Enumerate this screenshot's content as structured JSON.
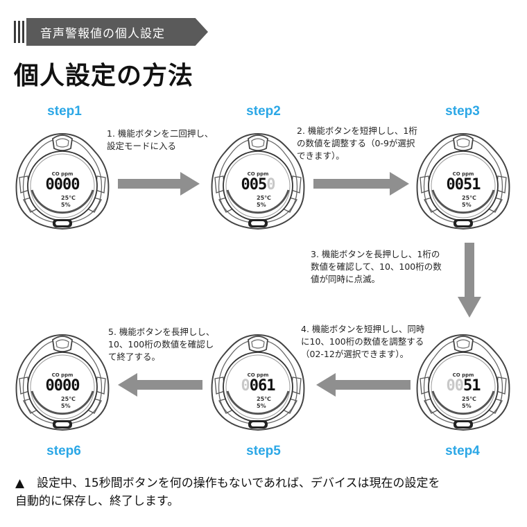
{
  "banner": {
    "text": "音声警報値の個人設定"
  },
  "title": "個人設定の方法",
  "steps": [
    {
      "label": "step1",
      "display": "0000",
      "co": "CO ppm",
      "temp": "25℃",
      "hum": "5%"
    },
    {
      "label": "step2",
      "display_on": "005",
      "display_dim": "0",
      "co": "CO ppm",
      "temp": "25℃",
      "hum": "5%"
    },
    {
      "label": "step3",
      "display": "0051",
      "co": "CO ppm",
      "temp": "25℃",
      "hum": "5%"
    },
    {
      "label": "step4",
      "display_dim": "00",
      "display_on": "51",
      "co": "CO ppm",
      "temp": "25℃",
      "hum": "5%"
    },
    {
      "label": "step5",
      "display_dim": "0",
      "display_on": "061",
      "co": "CO ppm",
      "temp": "25℃",
      "hum": "5%"
    },
    {
      "label": "step6",
      "display": "0000",
      "co": "CO ppm",
      "temp": "25℃",
      "hum": "5%"
    }
  ],
  "instructions": {
    "i1": [
      "1. 機能ボタンを二回押し、",
      "設定モードに入る"
    ],
    "i2": [
      "2. 機能ボタンを短押しし、1桁",
      "の数値を調整する（0-9が選択",
      "できます）。"
    ],
    "i3": [
      "3. 機能ボタンを長押しし、1桁の",
      "数値を確認して、10、100桁の数",
      "値が同時に点滅。"
    ],
    "i4": [
      "4. 機能ボタンを短押しし、同時",
      "に10、100桁の数値を調整する",
      "（02-12が選択できます）。"
    ],
    "i5": [
      "5. 機能ボタンを長押しし、",
      "10、100桁の数値を確認し",
      "て終了する。"
    ]
  },
  "footer": {
    "marker": "▲",
    "line1": "設定中、15秒間ボタンを何の操作もないであれば、デバイスは現在の設定を",
    "line2": "自動的に保存し、終了します。"
  },
  "colors": {
    "step_label": "#2ba7e6",
    "arrow": "#8f8f8f",
    "banner": "#5a5a5a"
  }
}
